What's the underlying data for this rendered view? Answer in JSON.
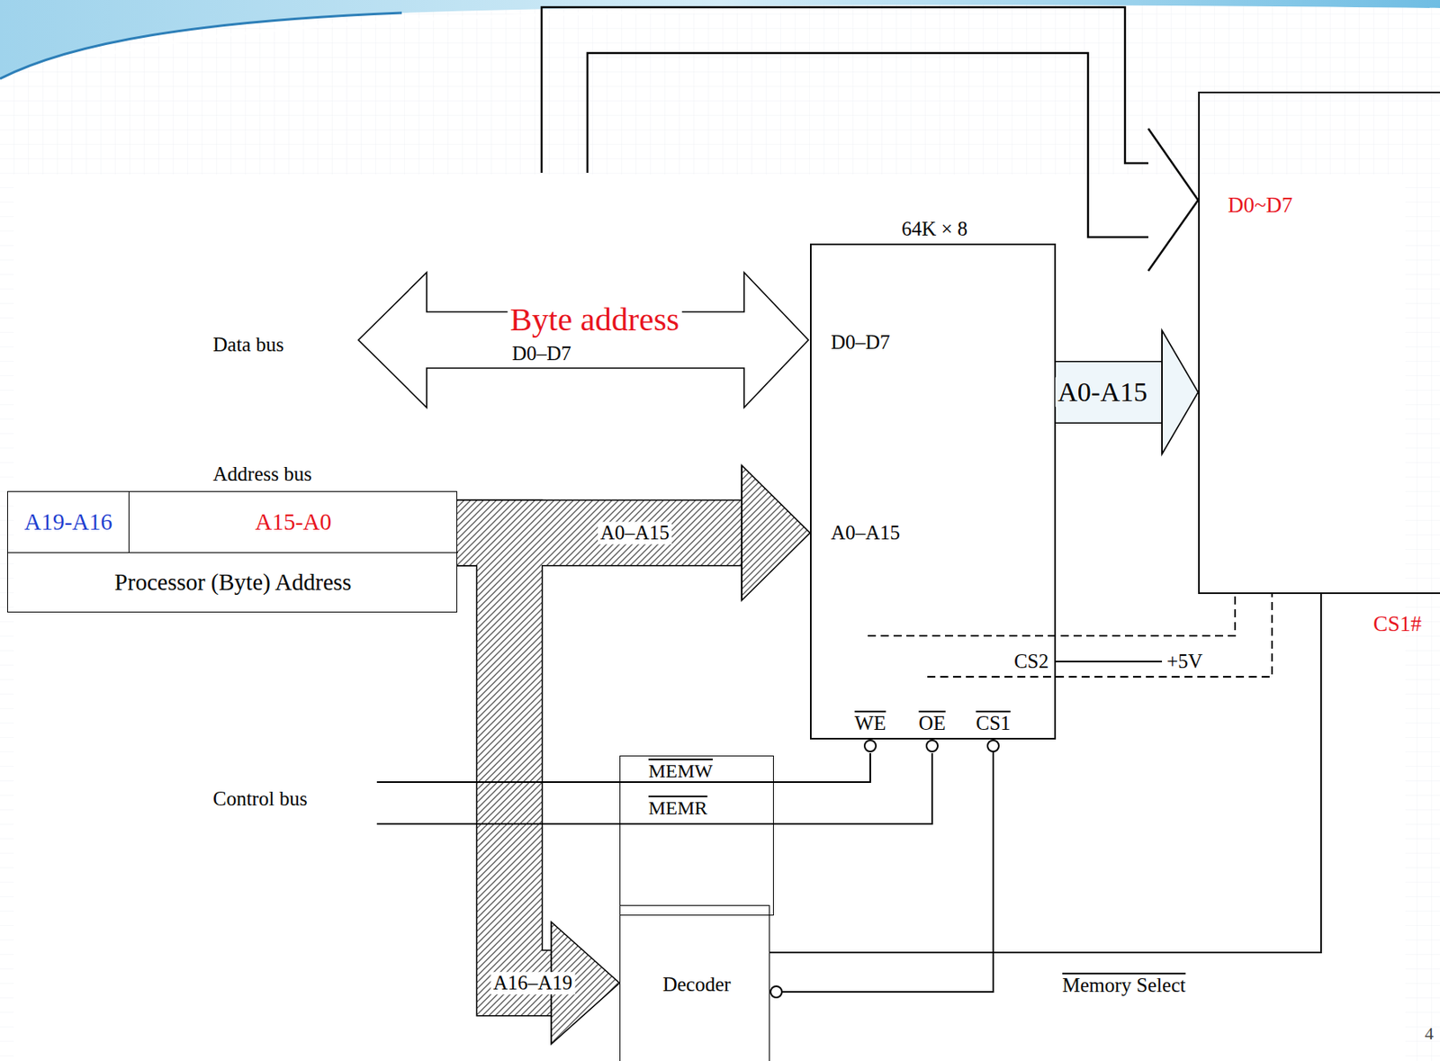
{
  "diagram": {
    "nodes": [
      {
        "text": [
          "Processor (Byte) Address"
        ]
      },
      {
        "text": [
          "A19-A16"
        ],
        "in": 0
      },
      {
        "text": [
          "A15-A0"
        ],
        "in": 0
      },
      {
        "text": [
          "64K × 8"
        ]
      },
      {
        "text": [
          "D0~D7"
        ]
      },
      {
        "text": [
          "MEMW",
          "MEMR"
        ]
      },
      {
        "text": [
          "Decoder"
        ]
      }
    ],
    "edges": [
      {
        "from": 0,
        "to": 3,
        "arrow": "to",
        "label": "A0–A15"
      },
      {
        "from": 0,
        "to": 6,
        "arrow": "to",
        "label": "A16–A19"
      },
      {
        "from": 3,
        "to": 4,
        "arrow": "to",
        "label": "A0-A15"
      },
      {
        "from": 6,
        "to": 3,
        "arrow": "none"
      },
      {
        "from": 6,
        "to": 4,
        "arrow": "none",
        "label": "Memory Select"
      }
    ],
    "labels": [
      "Data bus",
      "Byte address",
      "D0–D7",
      "Address bus",
      "Control bus",
      "D0–D7",
      "A0–A15",
      "CS2",
      "+5V",
      "WE",
      "OE",
      "CS1",
      "CS1#",
      "4"
    ]
  }
}
